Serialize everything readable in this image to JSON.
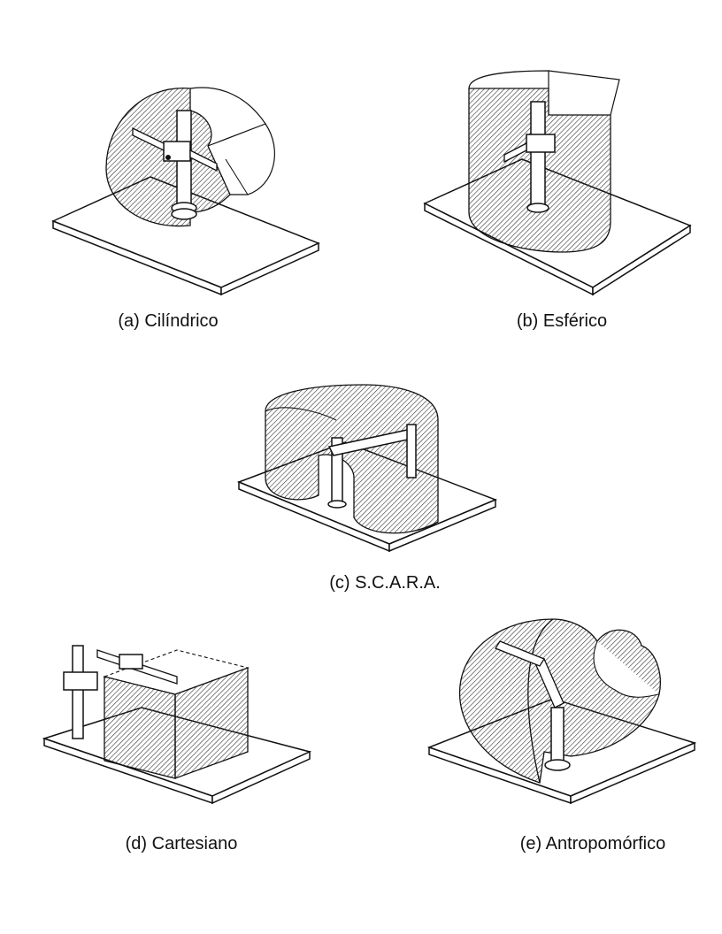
{
  "captions": {
    "a": "(a) Cilíndrico",
    "b": "(b) Esférico",
    "c": "(c) S.C.A.R.A.",
    "d": "(d) Cartesiano",
    "e": "(e) Antropomórfico"
  },
  "icons": {
    "a": "cylindrical-robot-workspace-icon",
    "b": "spherical-robot-workspace-icon",
    "c": "scara-robot-workspace-icon",
    "d": "cartesian-robot-workspace-icon",
    "e": "anthropomorphic-robot-workspace-icon"
  },
  "colors": {
    "line": "#111111",
    "hatch": "#444444",
    "background": "#ffffff"
  }
}
